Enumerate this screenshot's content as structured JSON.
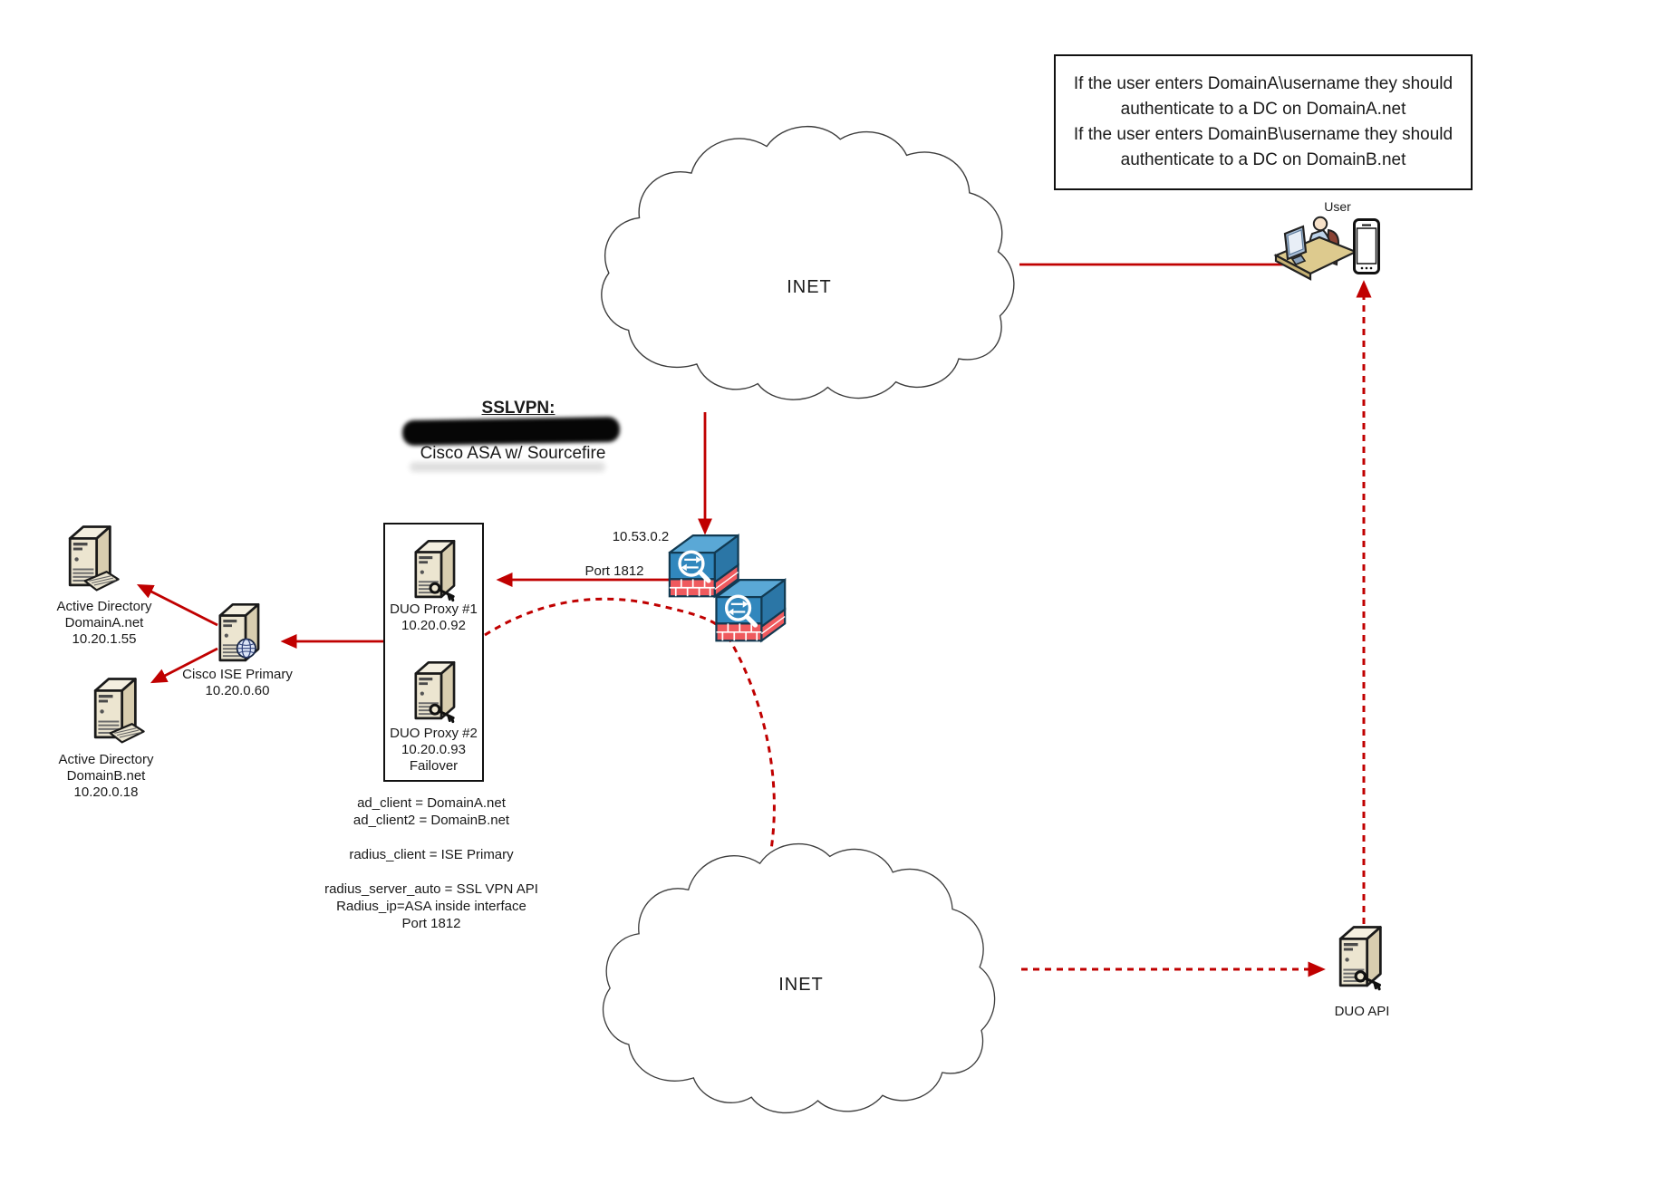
{
  "note": {
    "lines": [
      "If the user enters DomainA\\username they should",
      "authenticate to a DC on DomainA.net",
      "If the user enters DomainB\\username they should",
      "authenticate to a DC on DomainB.net"
    ]
  },
  "clouds": {
    "top_label": "INET",
    "bottom_label": "INET"
  },
  "user": {
    "label": "User"
  },
  "sslvpn": {
    "title": "SSLVPN:",
    "caption": "Cisco ASA w/ Sourcefire"
  },
  "asa": {
    "ip": "10.53.0.2",
    "port": "Port 1812"
  },
  "duo_proxy_1": {
    "name": "DUO Proxy #1",
    "ip": "10.20.0.92"
  },
  "duo_proxy_2": {
    "name": "DUO Proxy #2",
    "ip": "10.20.0.93",
    "role": "Failover"
  },
  "duo_config": {
    "lines": [
      "ad_client = DomainA.net",
      "ad_client2 = DomainB.net",
      "",
      "radius_client = ISE Primary",
      "",
      "radius_server_auto = SSL VPN API",
      "Radius_ip=ASA inside interface",
      "Port 1812"
    ]
  },
  "ad_domain_a": {
    "lines": [
      "Active Directory",
      "DomainA.net",
      "10.20.1.55"
    ]
  },
  "ad_domain_b": {
    "lines": [
      "Active Directory",
      "DomainB.net",
      "10.20.0.18"
    ]
  },
  "ise": {
    "lines": [
      "Cisco ISE Primary",
      "10.20.0.60"
    ]
  },
  "duo_api": {
    "label": "DUO API"
  },
  "colors": {
    "arrow": "#c00000",
    "cloud_stroke": "#3c3c3c"
  }
}
